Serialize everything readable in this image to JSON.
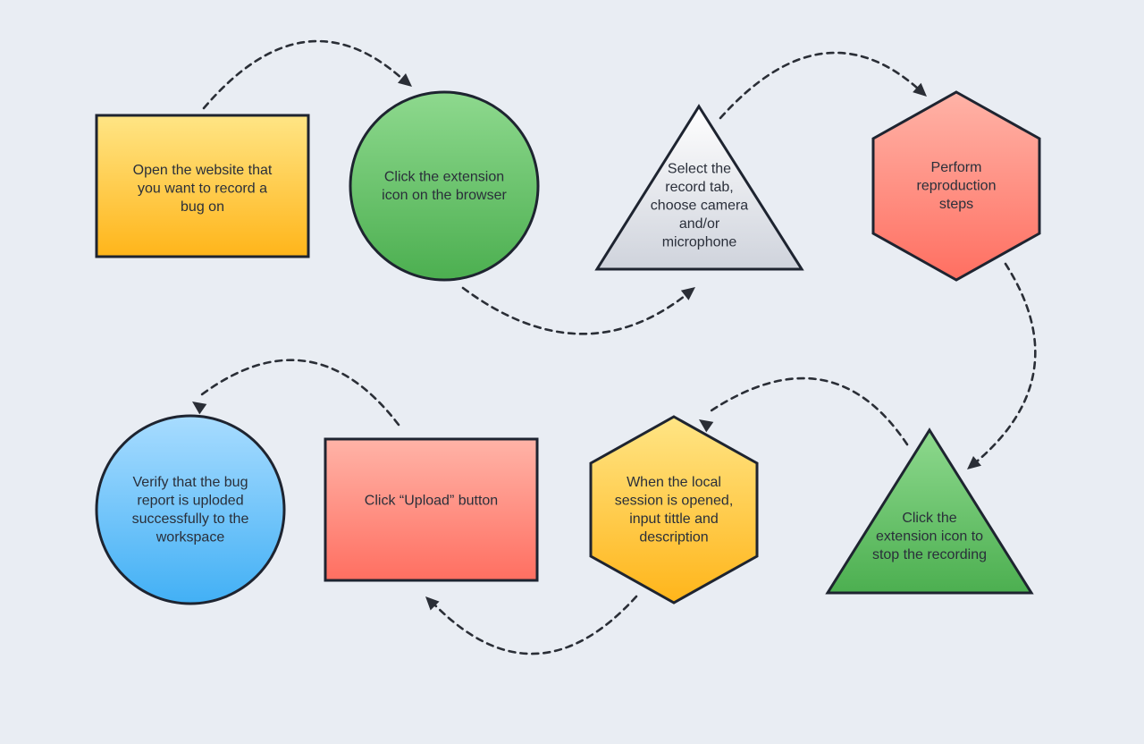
{
  "diagram": {
    "background": "#e9edf3",
    "steps": [
      {
        "id": "open-website",
        "shape": "rectangle",
        "lines": [
          "Open the website that",
          "you want to record a",
          "bug on"
        ],
        "gradient": [
          "#ffe585",
          "#ffb51a"
        ]
      },
      {
        "id": "click-extension",
        "shape": "circle",
        "lines": [
          "Click the extension",
          "icon on the browser"
        ],
        "gradient": [
          "#8ed98e",
          "#4caf50"
        ]
      },
      {
        "id": "select-record-tab",
        "shape": "triangle",
        "lines": [
          "Select the",
          "record tab,",
          "choose camera",
          "and/or",
          "microphone"
        ],
        "gradient": [
          "#ffffff",
          "#cfd3dc"
        ]
      },
      {
        "id": "perform-steps",
        "shape": "hexagon",
        "lines": [
          "Perform",
          "reproduction",
          "steps"
        ],
        "gradient": [
          "#ffb3a7",
          "#ff6f61"
        ]
      },
      {
        "id": "stop-recording",
        "shape": "triangle",
        "lines": [
          "Click the",
          "extension icon to",
          "stop the recording"
        ],
        "gradient": [
          "#8ed98e",
          "#4caf50"
        ]
      },
      {
        "id": "input-title",
        "shape": "hexagon",
        "lines": [
          "When the local",
          "session is opened,",
          "input tittle and",
          "description"
        ],
        "gradient": [
          "#ffe585",
          "#ffb51a"
        ]
      },
      {
        "id": "click-upload",
        "shape": "rectangle",
        "lines": [
          "Click “Upload” button"
        ],
        "gradient": [
          "#ffb3a7",
          "#ff6f61"
        ]
      },
      {
        "id": "verify-upload",
        "shape": "circle",
        "lines": [
          "Verify that the bug",
          "report is uploded",
          "successfully to the",
          "workspace"
        ],
        "gradient": [
          "#a8dcff",
          "#42b0f5"
        ]
      }
    ],
    "connections": [
      {
        "from": "open-website",
        "to": "click-extension"
      },
      {
        "from": "click-extension",
        "to": "select-record-tab"
      },
      {
        "from": "select-record-tab",
        "to": "perform-steps"
      },
      {
        "from": "perform-steps",
        "to": "stop-recording"
      },
      {
        "from": "stop-recording",
        "to": "input-title"
      },
      {
        "from": "input-title",
        "to": "click-upload"
      },
      {
        "from": "click-upload",
        "to": "verify-upload"
      }
    ]
  }
}
